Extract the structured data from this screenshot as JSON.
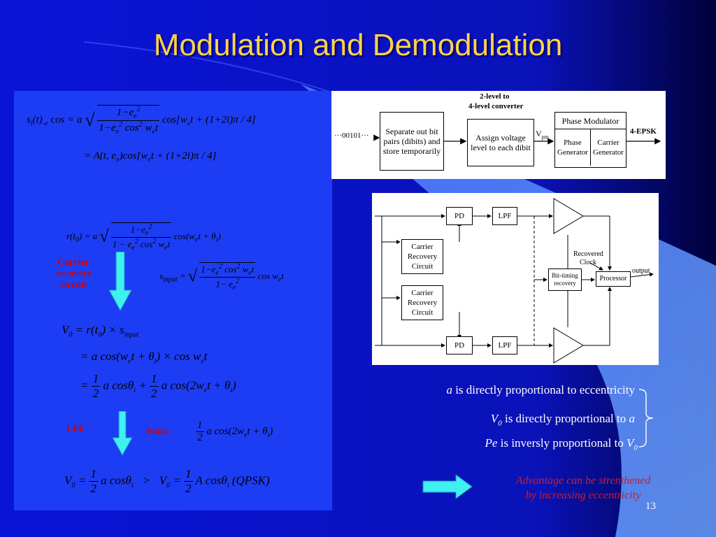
{
  "slide": {
    "title": "Modulation and Demodulation",
    "page_number": "13"
  },
  "equations": {
    "e1_lhs": "s",
    "e1_cos": "cos",
    "e1_a": "a",
    "e1_num": "1−e",
    "e1_den": "1−e",
    "e1_den2": "cos",
    "e1_tail": "cos[w",
    "e1_tail2": "t + (1+2i)π / 4]",
    "e2": "= A(t, e",
    "e2b": ")cos[w",
    "e2c": "t + (1+2i)π / 4]",
    "e3_lhs": "r(t",
    "e3_mid": ") = a",
    "e3_num": "1−e",
    "e3_den": "1 − e",
    "e3_den2": "cos",
    "e3_tail": "cos(w",
    "e3_tail2": "t + θ",
    "e4_lhs": "s",
    "e4_num": "1−e",
    "e4_num2": "cos",
    "e4_den": "1− e",
    "e4_tail": "cos w",
    "e5": "V",
    "e5b": "= r(t",
    "e5c": ") × s",
    "e6": "= a cos(w",
    "e6b": "t + θ",
    "e6c": ") × cos w",
    "e7_eq": "=",
    "e7_num": "1",
    "e7_den": "2",
    "e7_mid": "a cosθ",
    "e7_plus": "+",
    "e7_tail": "a cos(2w",
    "e7_tail2": "t + θ",
    "e8_tail": "a cos(2w",
    "e8_tail2": "t + θ",
    "e9": "V",
    "e9b": "=",
    "e9c": "a cosθ",
    "e9_gt": ">",
    "e9d": "V",
    "e9e": "=",
    "e9f": "A cosθ",
    "e9g": "(QPSK)"
  },
  "red_labels": {
    "carrier": "Carrier recovers circuit",
    "lpf": "LPF",
    "block": "block"
  },
  "diagram1": {
    "header1": "2-level to",
    "header2": "4-level converter",
    "input": "···00101···",
    "box1": "Separate out bit pairs (dibits) and store temporarily",
    "box2": "Assign voltage level to each dibit",
    "vpm": "V",
    "vpm_sub": "pm",
    "pm_title": "Phase Modulator",
    "pm_left": "Phase Generator",
    "pm_right": "Carrier Generator",
    "output": "4-EPSK"
  },
  "diagram2": {
    "pd_top": "PD",
    "lpf_top": "LPF",
    "pd_bot": "PD",
    "lpf_bot": "LPF",
    "crc_top": "Carrier Recovery Circuit",
    "crc_bot": "Carrier Recovery Circuit",
    "recovered": "Recovered",
    "clock": "Clock",
    "btr": "Bit-timing recovery",
    "processor": "Processor",
    "output": "output"
  },
  "statements": {
    "s1_var": "a",
    "s1_text": " is directly proportional to eccentricity",
    "s2_var": "V",
    "s2_sub": "0",
    "s2_text": " is directly proportional to ",
    "s2_end": "a",
    "s3_var": "Pe",
    "s3_text": " is inversly proportional to ",
    "s3_end": "V",
    "s3_sub": "0"
  },
  "advantage": {
    "line1": "Advantage can be strenthened",
    "line2": "by increasing  eccentricity"
  },
  "colors": {
    "background": "#0a14d8",
    "title": "#ffd24a",
    "arrow": "#3ff0f0",
    "red_text": "#d10000"
  }
}
